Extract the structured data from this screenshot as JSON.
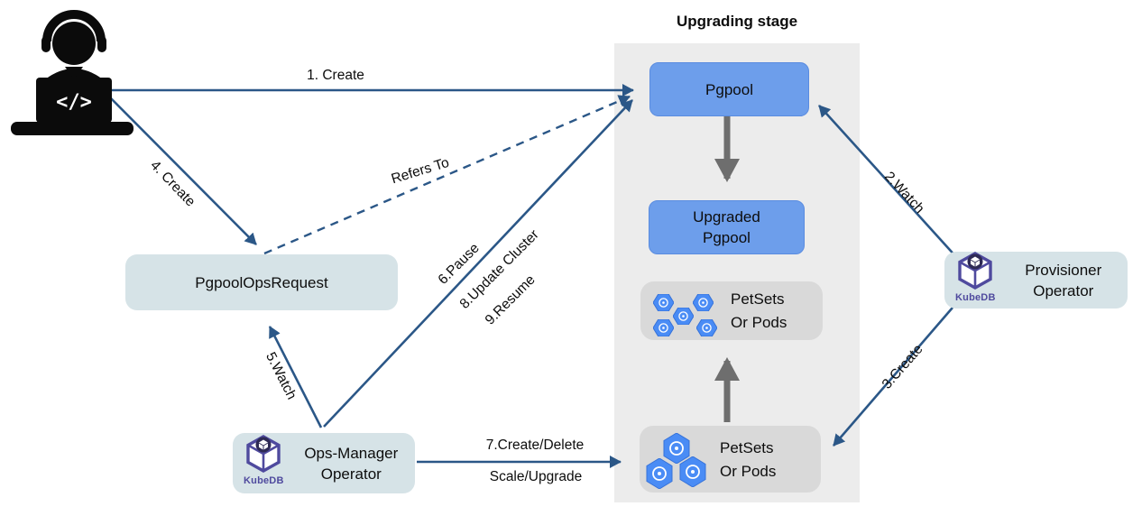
{
  "stage": {
    "title": "Upgrading stage"
  },
  "nodes": {
    "pgpool": "Pgpool",
    "upgraded_pgpool_l1": "Upgraded",
    "upgraded_pgpool_l2": "Pgpool",
    "petsets_l1": "PetSets",
    "petsets_l2": "Or Pods",
    "ops_request": "PgpoolOpsRequest",
    "ops_manager_l1": "Ops-Manager",
    "ops_manager_l2": "Operator",
    "provisioner_l1": "Provisioner",
    "provisioner_l2": "Operator",
    "kubedb": "KubeDB"
  },
  "edges": {
    "create1": "1. Create",
    "refers_to": "Refers To",
    "create4": "4. Create",
    "watch5": "5.Watch",
    "pause6": "6.Pause",
    "update8": "8.Update Cluster",
    "resume9": "9.Resume",
    "create_delete7": "7.Create/Delete",
    "scale_upgrade7": "Scale/Upgrade",
    "watch2": "2.Watch",
    "create3": "3.Create"
  },
  "colors": {
    "arrow": "#2b5787",
    "blue-node": "#6d9eeb",
    "gray-node": "#d9d9d9",
    "teal-node": "#d6e3e7",
    "stage-bg": "#ececec",
    "pod-blue": "#4a8cf5",
    "kubedb-purple": "#4f4a9e",
    "graybar": "#6e6e6e"
  }
}
